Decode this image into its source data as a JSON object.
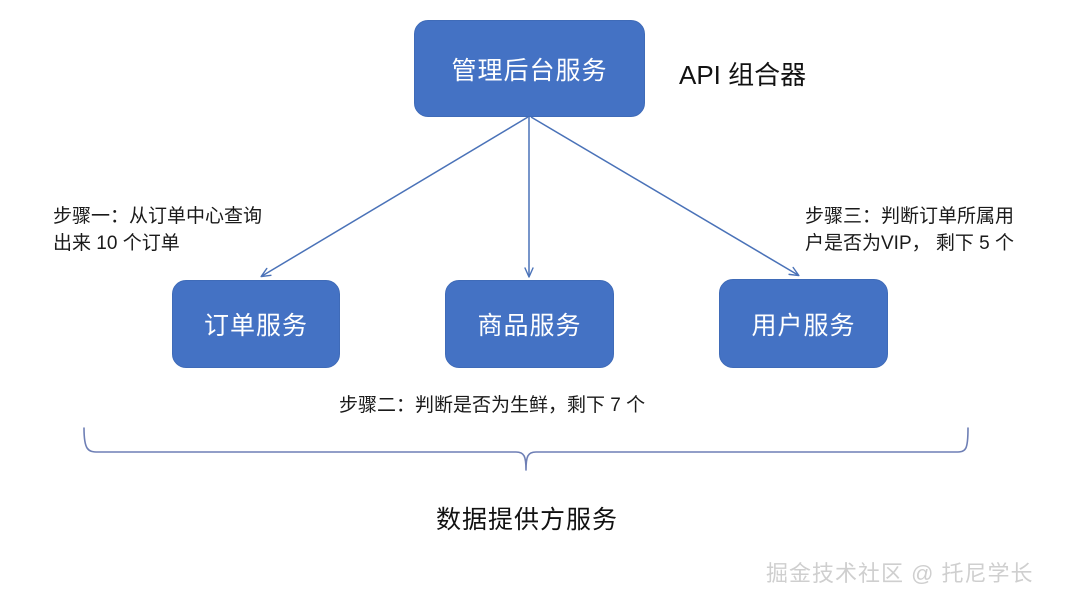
{
  "diagram": {
    "title": "API 组合器",
    "api_label": "API 组合器",
    "root_node": {
      "label": "管理后台服务"
    },
    "service_nodes": [
      {
        "label": "订单服务"
      },
      {
        "label": "商品服务"
      },
      {
        "label": "用户服务"
      }
    ],
    "steps": [
      {
        "id": "step-one",
        "text": "步骤一：从订单中心查询\n出来 10 个订单"
      },
      {
        "id": "step-two",
        "text": "步骤二：判断是否为生鲜，剩下 7 个"
      },
      {
        "id": "step-three",
        "text": "步骤三：判断订单所属用\n户是否为VIP， 剩下 5 个"
      }
    ],
    "group_label": "数据提供方服务",
    "watermark": "掘金技术社区 @ 托尼学长",
    "colors": {
      "node_fill": "#4472C4",
      "node_border": "#3F6BB8",
      "node_text": "#FFFFFF",
      "connector": "#4A72B8",
      "brace": "#6E7FB5",
      "text": "#1A1A1A",
      "watermark": "#CFCFCF",
      "background": "#FFFFFF"
    }
  }
}
